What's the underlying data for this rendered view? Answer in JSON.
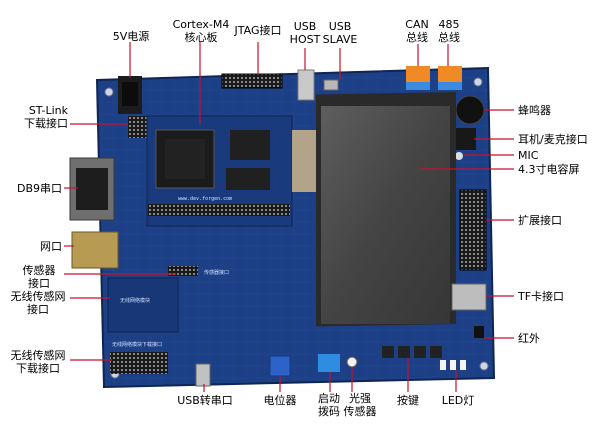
{
  "labels": {
    "power_5v": "5V电源",
    "cortex_m4_line1": "Cortex-M4",
    "cortex_m4_line2": "核心板",
    "jtag": "JTAG接口",
    "usb_host_line1": "USB",
    "usb_host_line2": "HOST",
    "usb_slave_line1": "USB",
    "usb_slave_line2": "SLAVE",
    "can_line1": "CAN",
    "can_line2": "总线",
    "rs485_line1": "485",
    "rs485_line2": "总线",
    "stlink_line1": "ST-Link",
    "stlink_line2": "下载接口",
    "db9": "DB9串口",
    "ethernet": "网口",
    "sensor_line1": "传感器",
    "sensor_line2": "接口",
    "wsn_line1": "无线传感网",
    "wsn_line2": "接口",
    "wsn_dl_line1": "无线传感网",
    "wsn_dl_line2": "下载接口",
    "buzzer": "蜂鸣器",
    "headphone_mic": "耳机/麦克接口",
    "mic": "MIC",
    "lcd": "4.3寸电容屏",
    "expansion": "扩展接口",
    "tf_card": "TF卡接口",
    "infrared": "红外",
    "usb_serial": "USB转串口",
    "potentiometer": "电位器",
    "boot_line1": "启动",
    "boot_line2": "拨码",
    "light_line1": "光强",
    "light_line2": "传感器",
    "keys": "按键",
    "led": "LED灯"
  },
  "board_silkscreen": {
    "web": "www.dev.forgen.com",
    "wireless_module": "无线网络模块",
    "wireless_dl": "无线网络模块下载接口",
    "sensor": "传感器接口"
  },
  "colors": {
    "board": "#1d3f86",
    "board_dark": "#142f66",
    "lcd_frame": "#2a2a2a",
    "lcd_glass": "#4a4a4a",
    "connector": "#222222",
    "terminal_orange": "#f08a24",
    "terminal_blue": "#3d8be0",
    "pointer": "#c8102e"
  }
}
